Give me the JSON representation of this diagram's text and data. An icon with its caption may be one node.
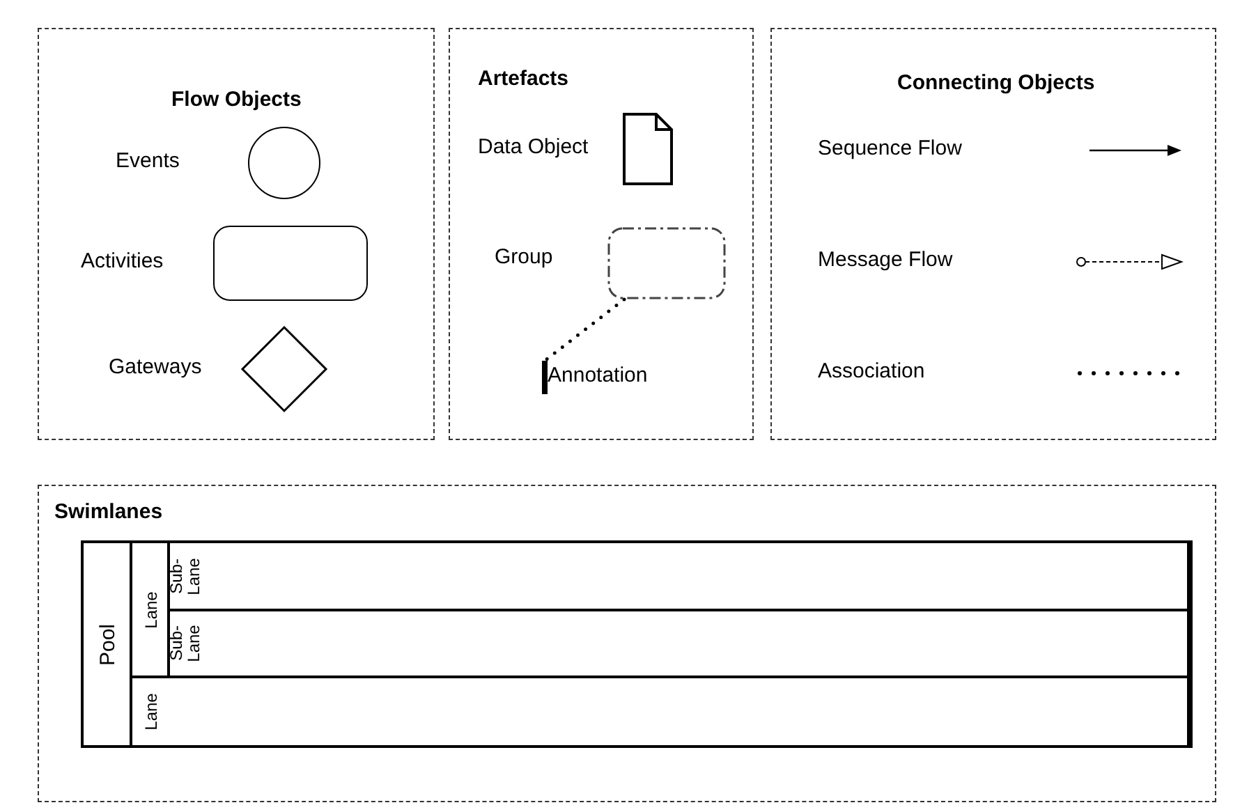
{
  "diagram": {
    "nodes": [
      {
        "text": [
          "Flow Objects"
        ]
      },
      {
        "text": [],
        "shape": "circle",
        "beside": [
          "Events"
        ],
        "in": 0
      },
      {
        "text": [],
        "shape": "box",
        "beside": [
          "Activities"
        ],
        "in": 0
      },
      {
        "text": [],
        "shape": "diamond",
        "beside": [
          "Gateways"
        ],
        "in": 0
      },
      {
        "text": [
          "Artefacts"
        ]
      },
      {
        "text": [],
        "shape": "document",
        "beside": [
          "Data Object"
        ],
        "in": 4
      },
      {
        "text": [],
        "shape": "box",
        "beside": [
          "Group"
        ],
        "in": 4
      },
      {
        "text": [
          "Annotation"
        ],
        "in": 4
      },
      {
        "text": [
          "Connecting Objects"
        ]
      },
      {
        "text": [
          "Swimlanes"
        ]
      },
      {
        "text": [
          "Pool"
        ],
        "in": 9
      },
      {
        "text": [
          "Lane"
        ],
        "in": 10
      },
      {
        "text": [
          "Sub-Lane"
        ],
        "in": 11
      },
      {
        "text": [
          "Sub-Lane"
        ],
        "in": 11
      },
      {
        "text": [
          "Lane"
        ],
        "in": 10
      }
    ],
    "edges": [
      {
        "from": 6,
        "to": 7,
        "arrow": "none",
        "style": "dashed"
      }
    ],
    "legend": [
      {
        "text": "Sequence Flow"
      },
      {
        "text": "Message Flow"
      },
      {
        "text": "Association"
      }
    ]
  }
}
